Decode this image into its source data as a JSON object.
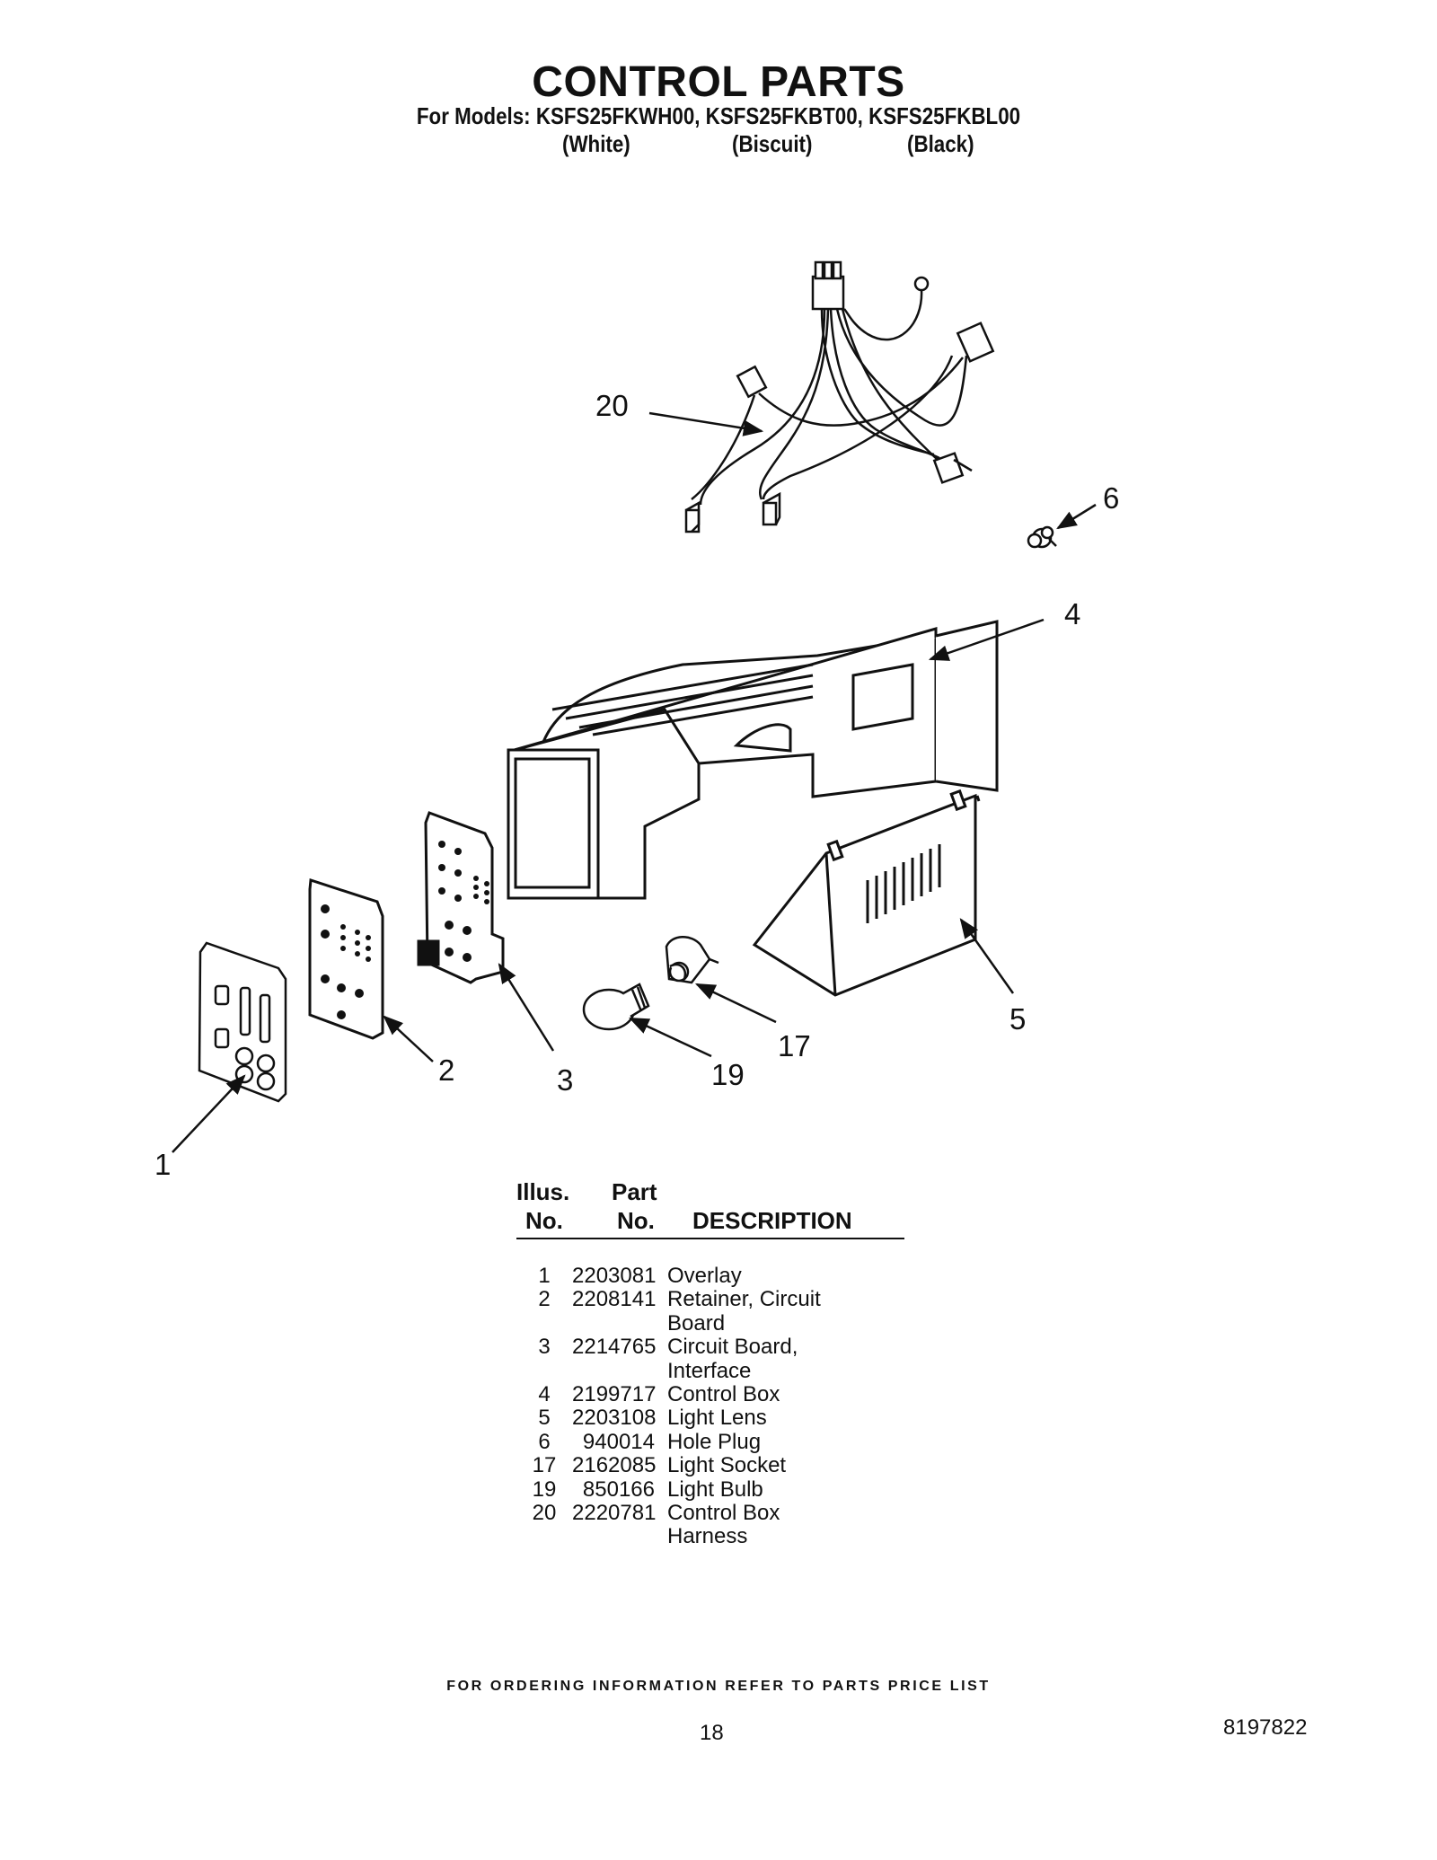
{
  "header": {
    "title": "CONTROL PARTS",
    "models": "For Models: KSFS25FKWH00, KSFS25FKBT00, KSFS25FKBL00",
    "variants": [
      "(White)",
      "(Biscuit)",
      "(Black)"
    ]
  },
  "diagram": {
    "callouts": [
      "1",
      "2",
      "3",
      "4",
      "5",
      "6",
      "17",
      "19",
      "20"
    ]
  },
  "table": {
    "col_illus": [
      "Illus.",
      "No."
    ],
    "col_part": [
      "Part",
      "No."
    ],
    "col_desc": "DESCRIPTION",
    "rows": [
      {
        "illus": "1",
        "part": "2203081",
        "desc": "Overlay"
      },
      {
        "illus": "2",
        "part": "2208141",
        "desc": "Retainer, Circuit\nBoard"
      },
      {
        "illus": "3",
        "part": "2214765",
        "desc": "Circuit Board,\nInterface"
      },
      {
        "illus": "4",
        "part": "2199717",
        "desc": "Control Box"
      },
      {
        "illus": "5",
        "part": "2203108",
        "desc": "Light Lens"
      },
      {
        "illus": "6",
        "part": "940014",
        "desc": "Hole Plug"
      },
      {
        "illus": "17",
        "part": "2162085",
        "desc": "Light Socket"
      },
      {
        "illus": "19",
        "part": "850166",
        "desc": "Light Bulb"
      },
      {
        "illus": "20",
        "part": "2220781",
        "desc": "Control Box\nHarness"
      }
    ]
  },
  "footer": {
    "ordering": "FOR ORDERING INFORMATION REFER TO PARTS PRICE LIST",
    "page": "18",
    "doc_number": "8197822"
  }
}
